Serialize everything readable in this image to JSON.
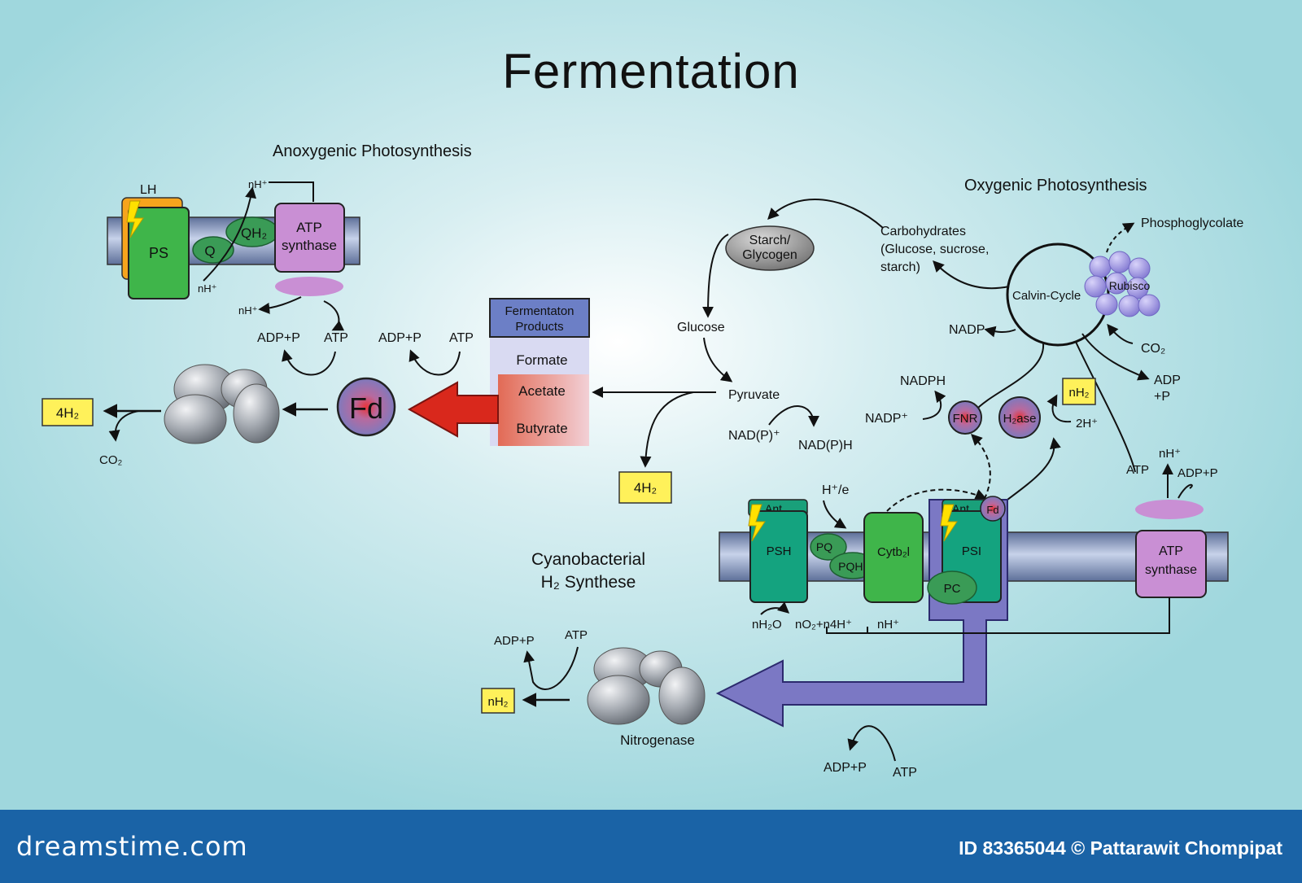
{
  "title": "Fermentation",
  "sections": {
    "anoxygenic": "Anoxygenic Photosynthesis",
    "oxygenic": "Oxygenic Photosynthesis",
    "cyano_line1": "Cyanobacterial",
    "cyano_line2": "H₂ Synthese"
  },
  "anoxygenic": {
    "lh": "LH",
    "ps": "PS",
    "q": "Q",
    "qh2": "QH₂",
    "nh_top": "nH⁺",
    "nh_left": "nH⁺",
    "nh_bottom": "nH⁺",
    "atp_synthase_1": "ATP",
    "atp_synthase_2": "synthase",
    "adp_p_1": "ADP+P",
    "atp_1": "ATP",
    "adp_p_2": "ADP+P",
    "atp_2": "ATP",
    "fd": "Fd",
    "h2_out": "4H₂",
    "co2": "CO₂"
  },
  "products": {
    "header_1": "Fermentaton",
    "header_2": "Products",
    "items": [
      "Formate",
      "Acetate",
      "Butyrate"
    ]
  },
  "central": {
    "starch_1": "Starch/",
    "starch_2": "Glycogen",
    "glucose": "Glucose",
    "pyruvate": "Pyruvate",
    "nadp_plus": "NAD(P)⁺",
    "nadph": "NAD(P)H",
    "h2_box": "4H₂"
  },
  "oxygenic": {
    "carb_1": "Carbohydrates",
    "carb_2": "(Glucose, sucrose,",
    "carb_3": "starch)",
    "phosphoglycolate": "Phosphoglycolate",
    "calvin": "Calvin-Cycle",
    "rubisco": "Rubisco",
    "nadp": "NADP",
    "co2": "CO₂",
    "nadph": "NADPH",
    "nadp_plus": "NADP⁺",
    "fnr": "FNR",
    "h2ase": "H₂ase",
    "nh2": "nH₂",
    "two_h": "2H⁺",
    "adp": "ADP",
    "plus_p": "+P",
    "nh_plus": "nH⁺",
    "atp": "ATP",
    "adp_p": "ADP+P",
    "he": "H⁺/e",
    "ant_1": "Ant.",
    "ant_2": "Ant.",
    "fd": "Fd",
    "psh": "PSH",
    "pq": "PQ",
    "pqh2": "PQH₂",
    "cytb": "Cytb₂l",
    "psi": "PSI",
    "pc": "PC",
    "atp_synthase_1": "ATP",
    "atp_synthase_2": "synthase",
    "water": "nH₂O",
    "o2": "nO₂+n4H⁺",
    "nh_bottom": "nH⁺"
  },
  "nitrogenase": {
    "label": "Nitrogenase",
    "adp_p": "ADP+P",
    "atp": "ATP",
    "nh2": "nH₂",
    "adp_p_2": "ADP+P",
    "atp_2": "ATP"
  },
  "footer": {
    "brand": "dreamstime.com",
    "credit": "ID 83365044 © Pattarawit Chompipat"
  },
  "colors": {
    "ps_green": "#3fb54a",
    "psh_teal": "#14a37f",
    "atp_synthase": "#c98fd4",
    "membrane": "#8fa0c4",
    "fd_blue": "#6b7fc8",
    "h2_box": "#fff15a",
    "red_arrow": "#d9281c",
    "purple_arrow": "#7b78c4",
    "rubisco": "#9d95e0",
    "footer": "#1a63a6"
  }
}
